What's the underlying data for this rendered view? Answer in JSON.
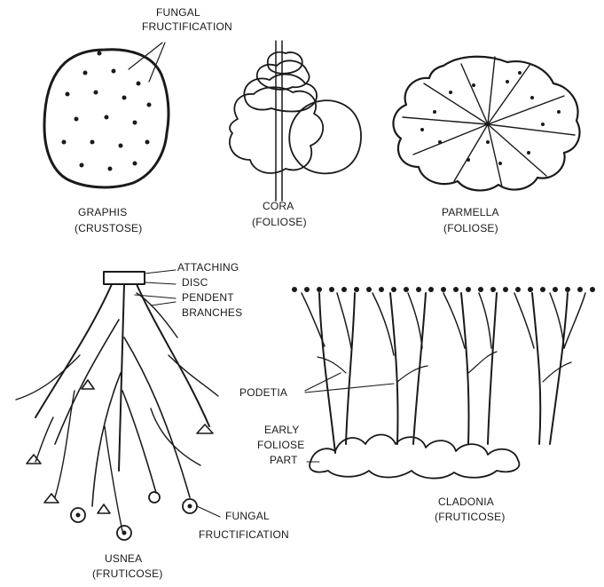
{
  "labels": {
    "graphis_fungal_1": "FUNGAL",
    "graphis_fungal_2": "FRUCTIFICATION",
    "graphis_name": "GRAPHIS",
    "graphis_type": "(CRUSTOSE)",
    "cora_name": "CORA",
    "cora_type": "(FOLIOSE)",
    "parmelia_name": "PARMELLA",
    "parmelia_type": "(FOLIOSE)",
    "usnea_attaching_1": "ATTACHING",
    "usnea_attaching_2": "DISC",
    "usnea_pendent_1": "PENDENT",
    "usnea_pendent_2": "BRANCHES",
    "usnea_fungal_1": "FUNGAL",
    "usnea_fungal_2": "FRUCTIFICATION",
    "usnea_name": "USNEA",
    "usnea_type": "(FRUTICOSE)",
    "cladonia_podetia": "PODETIA",
    "cladonia_early_1": "EARLY",
    "cladonia_early_2": "FOLIOSE",
    "cladonia_early_3": "PART",
    "cladonia_name": "CLADONIA",
    "cladonia_type": "(FRUTICOSE)"
  }
}
